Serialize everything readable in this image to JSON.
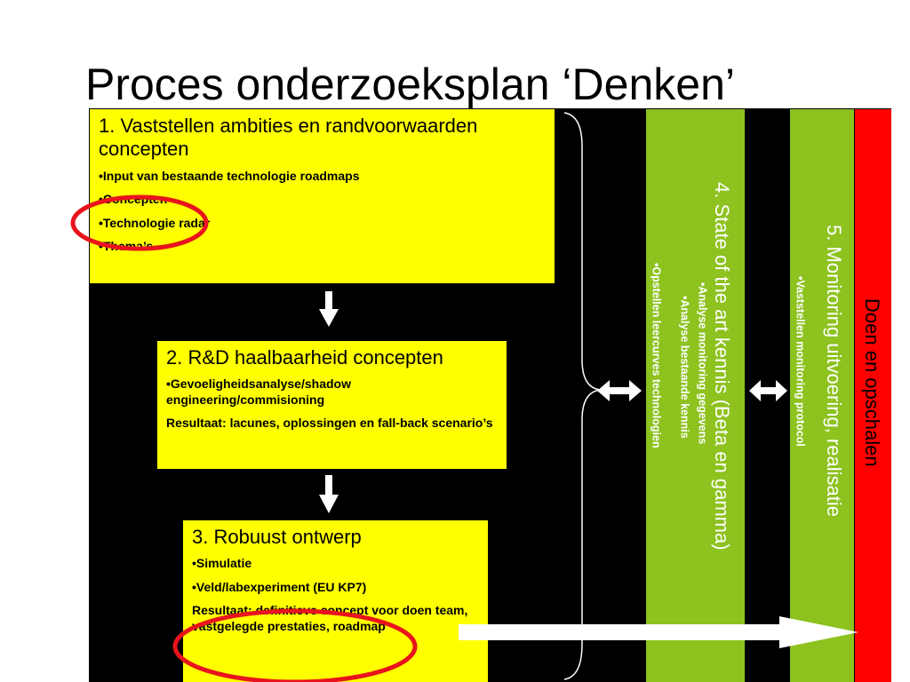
{
  "title": "Proces onderzoeksplan ‘Denken’",
  "box1": {
    "heading": "1. Vaststellen ambities en randvoorwaarden concepten",
    "items": [
      "•Input van bestaande technologie roadmaps",
      "•Concepten",
      "•Technologie radar",
      "•Thema’s"
    ]
  },
  "box2": {
    "heading": "2. R&D haalbaarheid concepten",
    "items": [
      "•Gevoeligheidsanalyse/shadow engineering/commisioning",
      "Resultaat: lacunes, oplossingen en fall-back scenario’s"
    ]
  },
  "box3": {
    "heading": "3. Robuust ontwerp",
    "items": [
      "•Simulatie",
      "•Veld/labexperiment (EU KP7)",
      "Resultaat: definitieve concept voor doen team, vastgelegde prestaties, roadmap"
    ]
  },
  "column4": {
    "heading": "4. State of the art kennis (Beta en gamma)",
    "items": [
      "•Analyse monitoring gegevens",
      "•Analyse bestaande kennis",
      "•Opstellen leercurves technologien"
    ]
  },
  "column5": {
    "heading": "5. Monitoring uitvoering, realisatie",
    "items": [
      "•Vaststellen monitoring protocol"
    ]
  },
  "column6": {
    "heading": "Doen en opschalen"
  },
  "colors": {
    "yellow": "#ffff00",
    "green": "#8dc21f",
    "red": "#ff0000",
    "panel": "#000000",
    "highlight_circle": "#e8141c"
  }
}
